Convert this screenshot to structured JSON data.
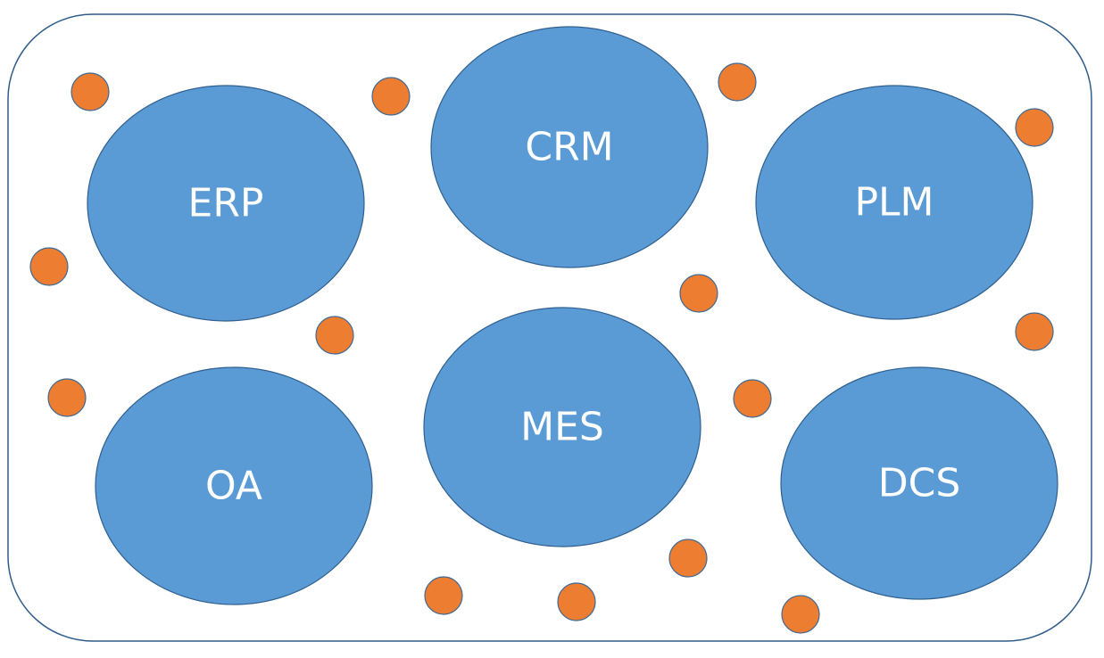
{
  "colors": {
    "background": "#ffffff",
    "frame_stroke": "#2e5c8a",
    "system_fill": "#5b9bd5",
    "system_stroke": "#2f5f8f",
    "system_text": "#ffffff",
    "dot_fill": "#ed7d31",
    "dot_stroke": "#3f6a96"
  },
  "systems": [
    {
      "id": "erp",
      "label": "ERP"
    },
    {
      "id": "crm",
      "label": "CRM"
    },
    {
      "id": "plm",
      "label": "PLM"
    },
    {
      "id": "oa",
      "label": "OA"
    },
    {
      "id": "mes",
      "label": "MES"
    },
    {
      "id": "dcs",
      "label": "DCS"
    }
  ]
}
